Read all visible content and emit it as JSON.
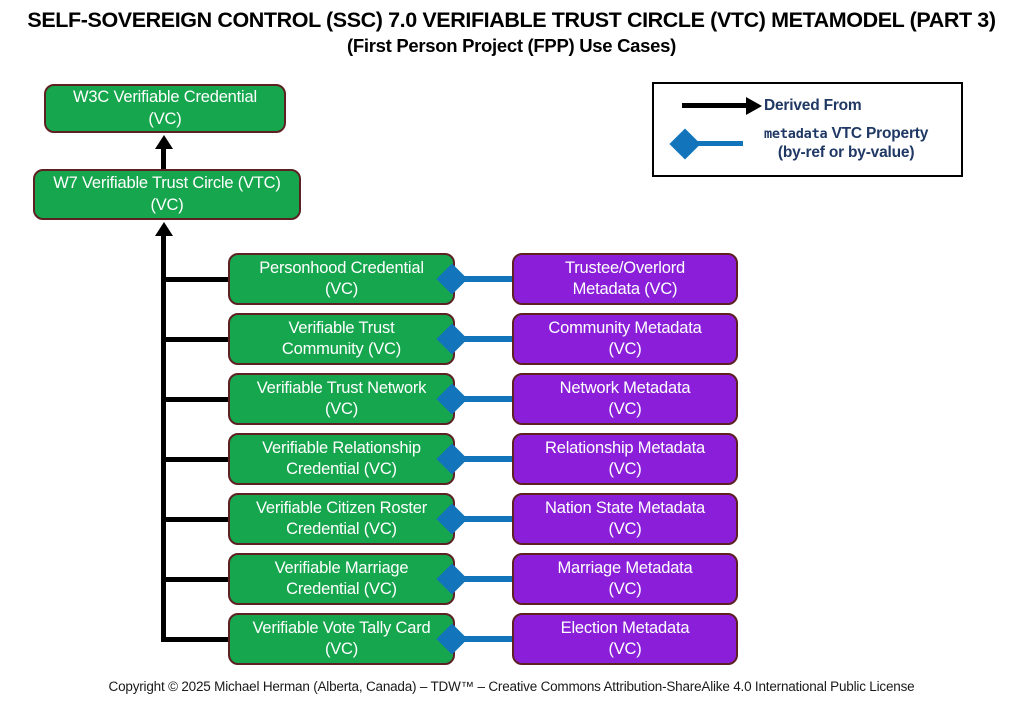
{
  "colors": {
    "green": "#16A64D",
    "purple": "#8B1FD9",
    "blue": "#1274BB",
    "boxBorder": "#5E2123",
    "navy": "#1F3864",
    "ink": "#000000"
  },
  "title": {
    "line1": "SELF-SOVEREIGN CONTROL (SSC) 7.0 VERIFIABLE TRUST CIRCLE (VTC) METAMODEL (PART 3)",
    "line2": "(First Person Project (FPP) Use Cases)"
  },
  "legend": {
    "derived_from_label": "Derived From",
    "metadata_keyword": "metadata",
    "property_label": " VTC Property",
    "property_sub_label": "(by-ref or by-value)"
  },
  "diagram": {
    "root": "W3C Verifiable Credential\n(VC)",
    "parent": "W7 Verifiable Trust Circle (VTC)\n(VC)",
    "rows": [
      {
        "credential": "Personhood Credential\n(VC)",
        "metadata": "Trustee/Overlord\nMetadata (VC)"
      },
      {
        "credential": "Verifiable Trust\nCommunity (VC)",
        "metadata": "Community Metadata\n(VC)"
      },
      {
        "credential": "Verifiable Trust Network\n(VC)",
        "metadata": "Network Metadata\n(VC)"
      },
      {
        "credential": "Verifiable Relationship\nCredential (VC)",
        "metadata": "Relationship Metadata\n(VC)"
      },
      {
        "credential": "Verifiable Citizen Roster\nCredential (VC)",
        "metadata": "Nation State Metadata\n(VC)"
      },
      {
        "credential": "Verifiable Marriage\nCredential (VC)",
        "metadata": "Marriage Metadata\n(VC)"
      },
      {
        "credential": "Verifiable Vote Tally Card\n(VC)",
        "metadata": "Election Metadata\n(VC)"
      }
    ]
  },
  "footer": {
    "copyright": "Copyright © 2025 Michael Herman (Alberta, Canada) – TDW™ – Creative Commons Attribution-ShareAlike 4.0 International Public License"
  }
}
